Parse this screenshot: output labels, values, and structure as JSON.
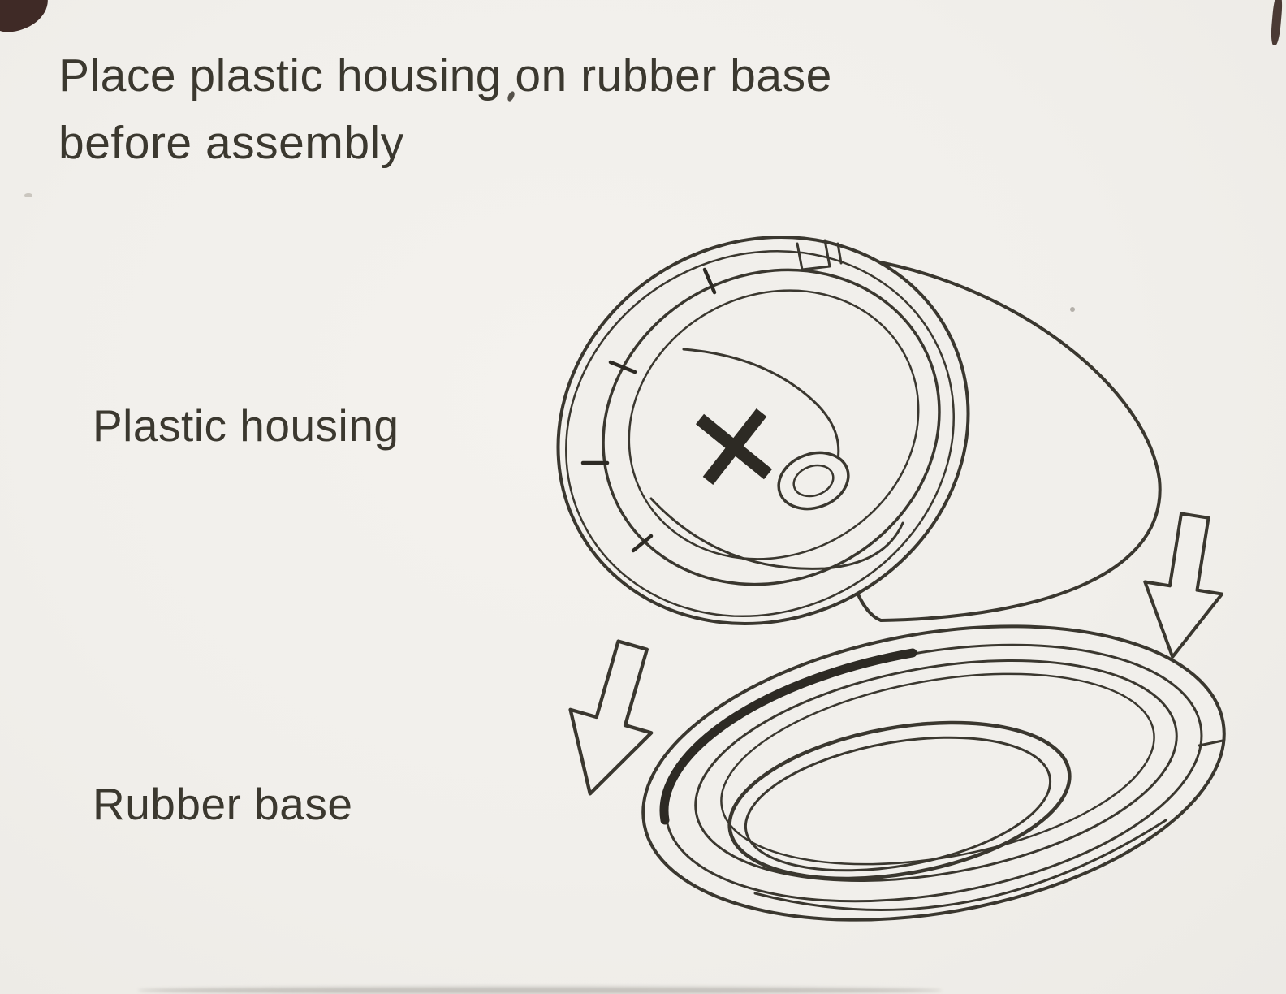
{
  "instruction": {
    "line1": "Place plastic housing on rubber base",
    "line2": "before assembly"
  },
  "labels": {
    "plastic_housing": "Plastic housing",
    "rubber_base": "Rubber base"
  },
  "diagram": {
    "parts": [
      "plastic-housing",
      "rubber-base"
    ],
    "icons": [
      "down-arrow-left-icon",
      "down-arrow-right-icon"
    ],
    "colors": {
      "paper": "#f1efeb",
      "ink": "#3a372f"
    }
  }
}
